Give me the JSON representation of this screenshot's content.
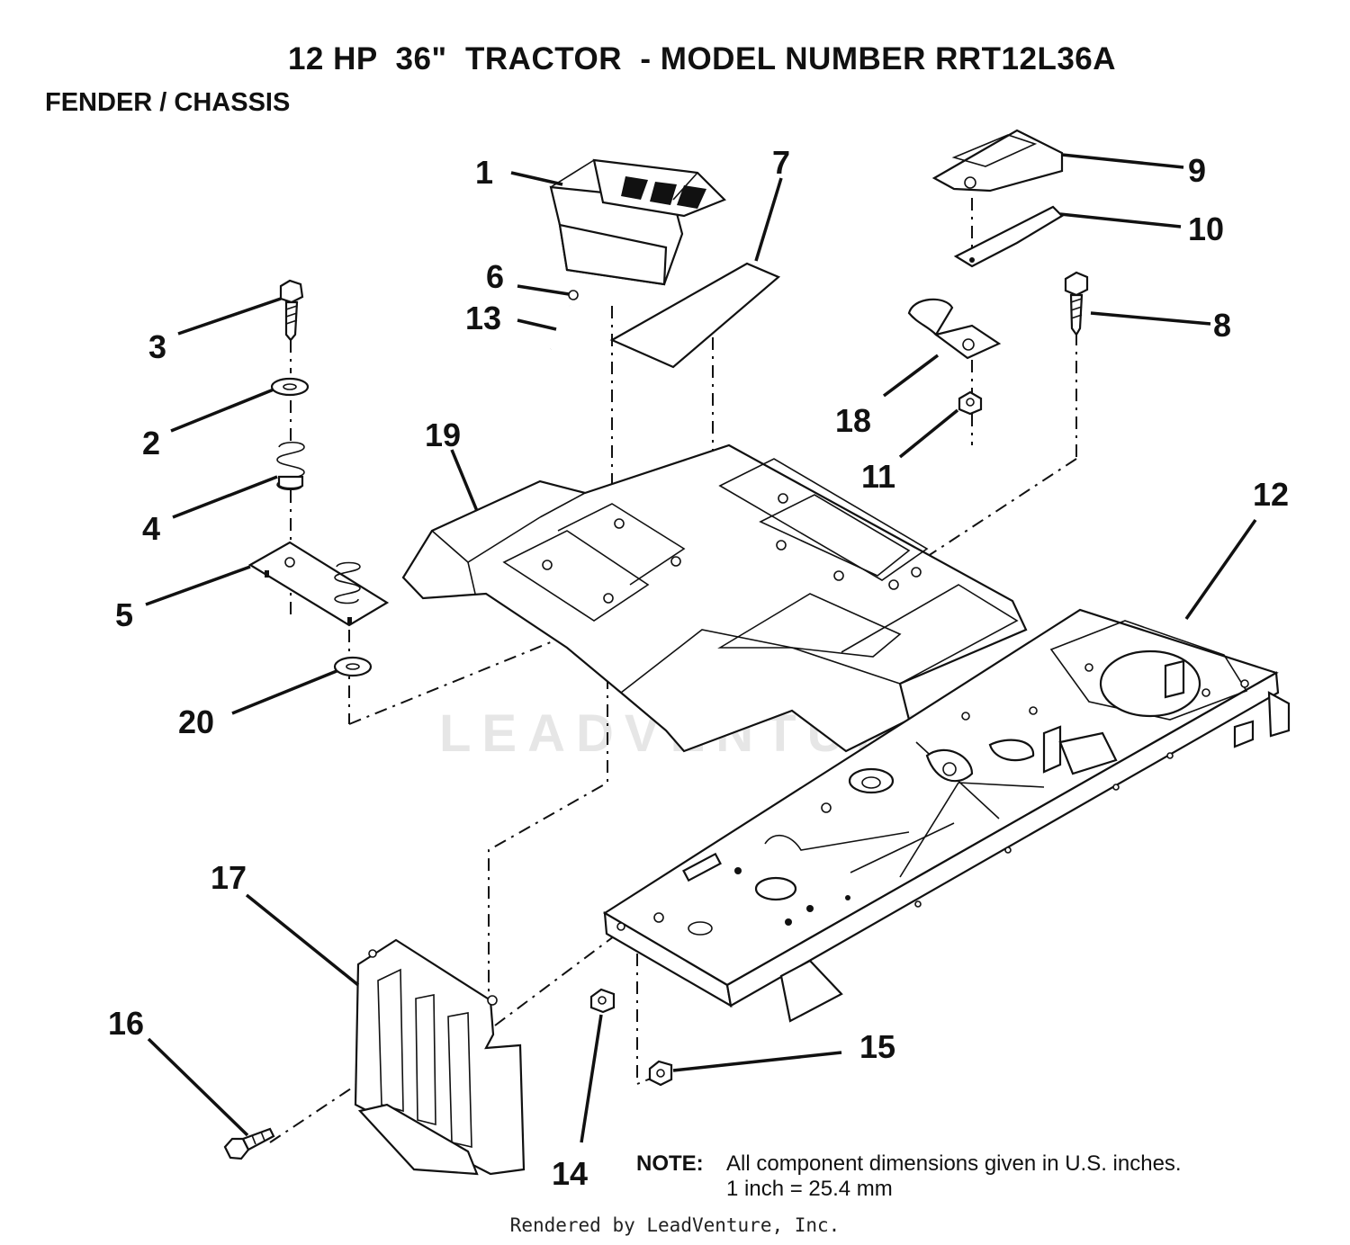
{
  "title": "12 HP  36\"  TRACTOR  - MODEL NUMBER RRT12L36A",
  "section": "FENDER / CHASSIS",
  "callouts": {
    "c1": "1",
    "c2": "2",
    "c3": "3",
    "c4": "4",
    "c5": "5",
    "c6": "6",
    "c7": "7",
    "c8": "8",
    "c9": "9",
    "c10": "10",
    "c11": "11",
    "c12": "12",
    "c13": "13",
    "c14": "14",
    "c15": "15",
    "c16": "16",
    "c17": "17",
    "c18": "18",
    "c19": "19",
    "c20": "20"
  },
  "note": {
    "label": "NOTE:",
    "line1": "All component dimensions given in U.S. inches.",
    "line2": "1 inch = 25.4 mm"
  },
  "watermark": "LEADVENTURE",
  "footer": "Rendered by LeadVenture, Inc."
}
